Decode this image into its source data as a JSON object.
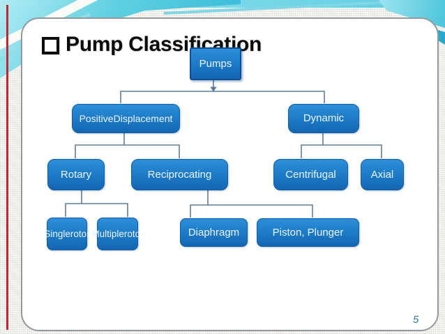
{
  "slide": {
    "title": "Pump Classification",
    "page_number": "5"
  },
  "diagram": {
    "nodes": [
      {
        "id": "pumps",
        "label": "Pumps"
      },
      {
        "id": "positive_displacement",
        "label": "Positive Displacement",
        "lines": [
          "Positive",
          "Displacement"
        ]
      },
      {
        "id": "dynamic",
        "label": "Dynamic"
      },
      {
        "id": "rotary",
        "label": "Rotary"
      },
      {
        "id": "reciprocating",
        "label": "Reciprocating"
      },
      {
        "id": "centrifugal",
        "label": "Centrifugal"
      },
      {
        "id": "axial",
        "label": "Axial"
      },
      {
        "id": "single_rotor",
        "label": "Single rotor",
        "lines": [
          "Single",
          "rotor"
        ]
      },
      {
        "id": "multiple_rotor",
        "label": "Multiple rotor",
        "lines": [
          "Multiple",
          "rotor"
        ]
      },
      {
        "id": "diaphragm",
        "label": "Diaphragm"
      },
      {
        "id": "piston_plunger",
        "label": "Piston, Plunger"
      }
    ],
    "edges": [
      {
        "from": "pumps",
        "to": "positive_displacement"
      },
      {
        "from": "pumps",
        "to": "dynamic"
      },
      {
        "from": "positive_displacement",
        "to": "rotary"
      },
      {
        "from": "positive_displacement",
        "to": "reciprocating"
      },
      {
        "from": "dynamic",
        "to": "centrifugal"
      },
      {
        "from": "dynamic",
        "to": "axial"
      },
      {
        "from": "rotary",
        "to": "single_rotor"
      },
      {
        "from": "rotary",
        "to": "multiple_rotor"
      },
      {
        "from": "reciprocating",
        "to": "diaphragm"
      },
      {
        "from": "reciprocating",
        "to": "piston_plunger"
      }
    ]
  },
  "colors": {
    "node_fill": "#1b79c6",
    "node_fill_light": "#2e8ed8",
    "node_border": "#0d5fae",
    "connector": "#5b7d9b",
    "swoosh_teal": "#3fc0da",
    "red_accent": "#c42530",
    "page_number": "#2a7e95"
  }
}
